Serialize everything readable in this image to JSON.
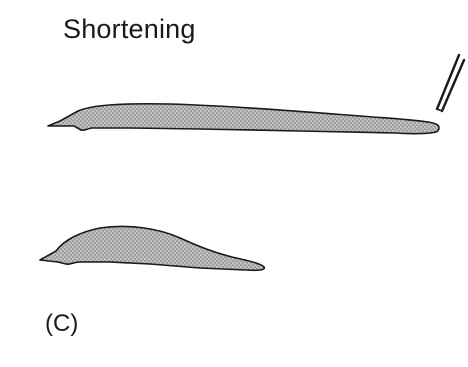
{
  "diagram": {
    "title": "Shortening",
    "panel_label": "(C)",
    "specimens": [
      {
        "state": "elongated"
      },
      {
        "state": "shortened"
      }
    ],
    "tool": {
      "icon": "forceps-icon"
    },
    "colors": {
      "ink": "#1a1a1a",
      "stipple_light": "#b8b8b8",
      "stipple_dark": "#6e6e6e"
    }
  }
}
